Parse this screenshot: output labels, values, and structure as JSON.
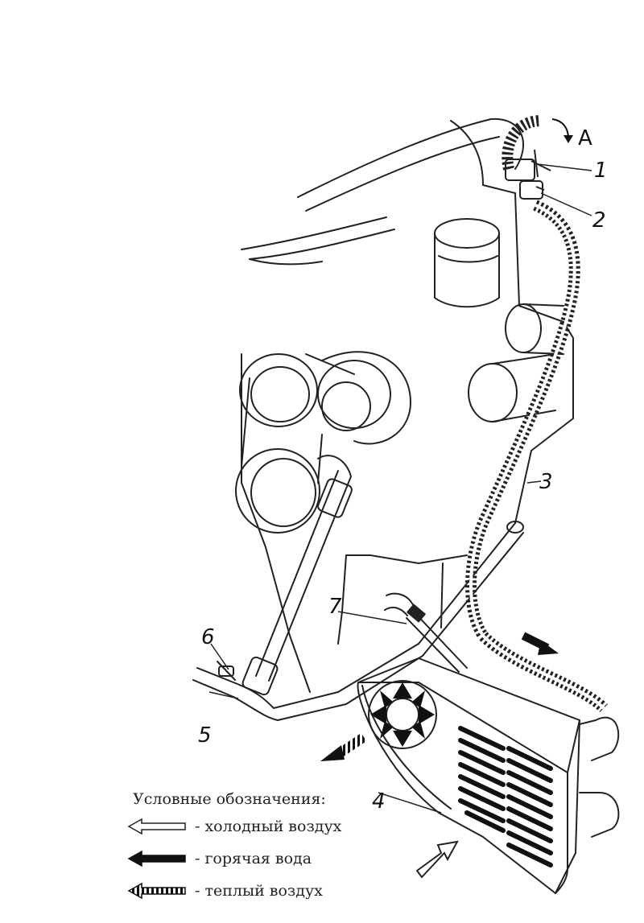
{
  "callouts": {
    "a": "А",
    "n1": "1",
    "n2": "2",
    "n3": "3",
    "n4": "4",
    "n5": "5",
    "n6": "6",
    "n7": "7"
  },
  "legend": {
    "title": "Условные обозначения:",
    "items": [
      {
        "symbol": "outline-arrow-icon",
        "text": "- холодный воздух"
      },
      {
        "symbol": "solid-arrow-icon",
        "text": "- горячая вода"
      },
      {
        "symbol": "striped-arrow-icon",
        "text": "- теплый воздух"
      }
    ]
  },
  "colors": {
    "ink": "#1a1a1a",
    "paper": "#ffffff"
  }
}
